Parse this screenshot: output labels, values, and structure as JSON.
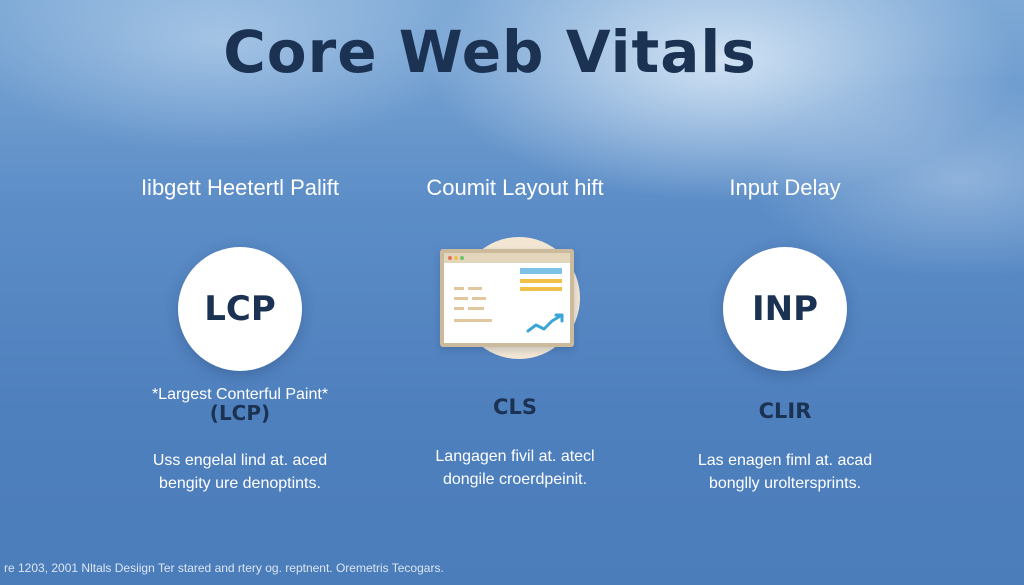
{
  "title": "Core Web Vitals",
  "columns": [
    {
      "heading": "Iibgett Heetertl Palift",
      "badge": "LCP",
      "subtitle_line1": "*Largest Conterful Paint*",
      "metric": "(LCP)",
      "desc_line1": "Uss engelal lind at. aced",
      "desc_line2": "bengity ure denoptints."
    },
    {
      "heading": "Coumit Layout hift",
      "metric": "CLS",
      "desc_line1": "Langagen fivil at. atecl",
      "desc_line2": "dongile croerdpeinit."
    },
    {
      "heading": "Input Delay",
      "badge": "INP",
      "metric": "CLIR",
      "desc_line1": "Las enagen fiml at. acad",
      "desc_line2": "bonglly uroltersprints."
    }
  ],
  "footer": "re 1203, 2001 Nltals Desiign Ter stared and rtery og. reptnent. Oremetris Tecogars.",
  "colors": {
    "title": "#1b3253",
    "background": "#5c8dc7",
    "badge": "#ffffff",
    "window_frame": "#cbbb9c",
    "highlight_blue": "#7ec3e6",
    "highlight_yellow": "#f1c04a",
    "dash_tan": "#e0c79e"
  }
}
